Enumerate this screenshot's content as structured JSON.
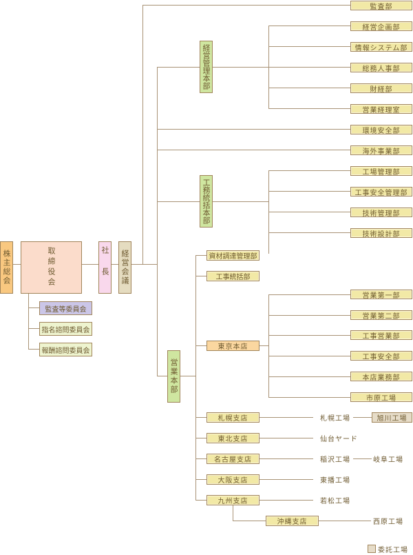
{
  "top": {
    "shareholders": "株主総会",
    "board": "取締役会",
    "president": "社長",
    "executive_meeting": "経営会議"
  },
  "committees": [
    "監査等委員会",
    "指名諮問委員会",
    "報酬諮問委員会"
  ],
  "direct_depts": {
    "audit": "監査部",
    "environment_safety": "環境安全部",
    "overseas": "海外事業部"
  },
  "management_hq": {
    "name": "経営管理本部",
    "depts": [
      "経営企画部",
      "情報システム部",
      "総務人事部",
      "財経部",
      "営業経理室"
    ]
  },
  "engineering_hq": {
    "name": "工務統括本部",
    "depts": [
      "工場管理部",
      "工事安全管理部",
      "技術管理部",
      "技術設計部"
    ]
  },
  "sales_hq": {
    "name": "営業本部",
    "depts": [
      "資材調達管理部",
      "工事統括部"
    ],
    "tokyo": {
      "name": "東京本店",
      "depts": [
        "営業第一部",
        "営業第二部",
        "工事営業部",
        "工事安全部",
        "本店業務部",
        "市原工場"
      ]
    },
    "branches": [
      {
        "name": "札幌支店",
        "sites": [
          "札幌工場",
          "旭川工場"
        ]
      },
      {
        "name": "東北支店",
        "sites": [
          "仙台ヤード"
        ]
      },
      {
        "name": "名古屋支店",
        "sites": [
          "稲沢工場",
          "岐阜工場"
        ]
      },
      {
        "name": "大阪支店",
        "sites": [
          "東播工場"
        ]
      },
      {
        "name": "九州支店",
        "sites": [
          "若松工場"
        ]
      },
      {
        "name": "沖縄支店",
        "sites": [
          "西原工場"
        ]
      }
    ]
  },
  "legend": {
    "label": "委託工場"
  }
}
